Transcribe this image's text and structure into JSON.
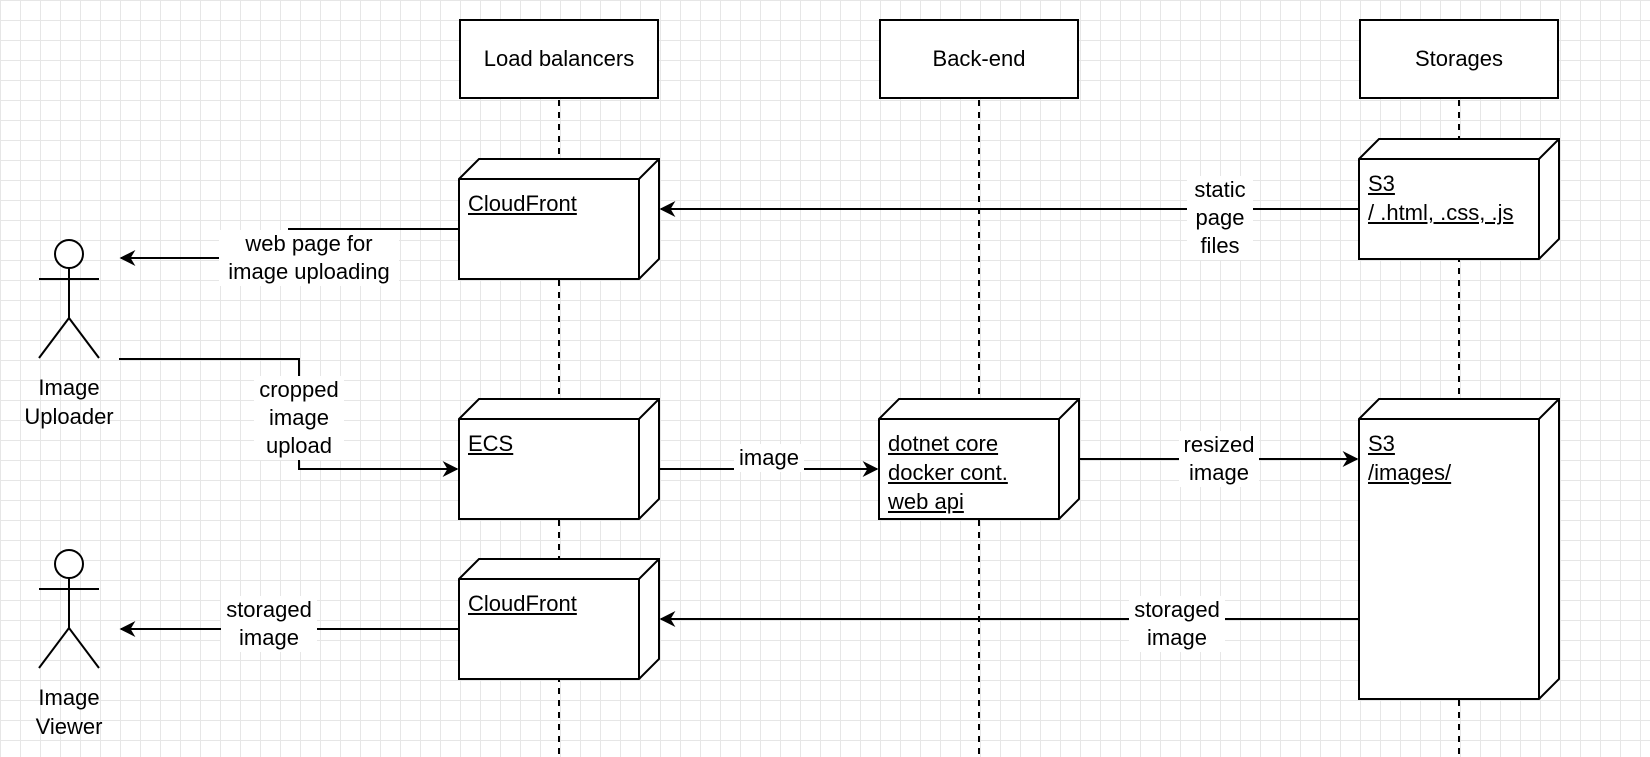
{
  "lanes": {
    "load_balancers": "Load balancers",
    "back_end": "Back-end",
    "storages": "Storages"
  },
  "nodes": {
    "cloudfront_top": [
      "CloudFront"
    ],
    "ecs": [
      "ECS"
    ],
    "cloudfront_bottom": [
      "CloudFront"
    ],
    "backend_api": [
      "dotnet core",
      "docker cont.",
      "web api"
    ],
    "s3_static": [
      "S3",
      "/ .html, .css, .js"
    ],
    "s3_images": [
      "S3",
      "/images/"
    ]
  },
  "actors": {
    "uploader": [
      "Image",
      "Uploader"
    ],
    "viewer": [
      "Image",
      "Viewer"
    ]
  },
  "edges": {
    "static_page_files": [
      "static",
      "page",
      "files"
    ],
    "web_page_for_uploading": [
      "web page for",
      "image uploading"
    ],
    "cropped_image_upload": [
      "cropped",
      "image",
      "upload"
    ],
    "image": [
      "image"
    ],
    "resized_image": [
      "resized",
      "image"
    ],
    "storaged_image_to_cdn": [
      "storaged",
      "image"
    ],
    "storaged_image_to_viewer": [
      "storaged",
      "image"
    ]
  },
  "colors": {
    "stroke": "#000000",
    "grid": "#e6e6e6",
    "background": "#ffffff"
  }
}
